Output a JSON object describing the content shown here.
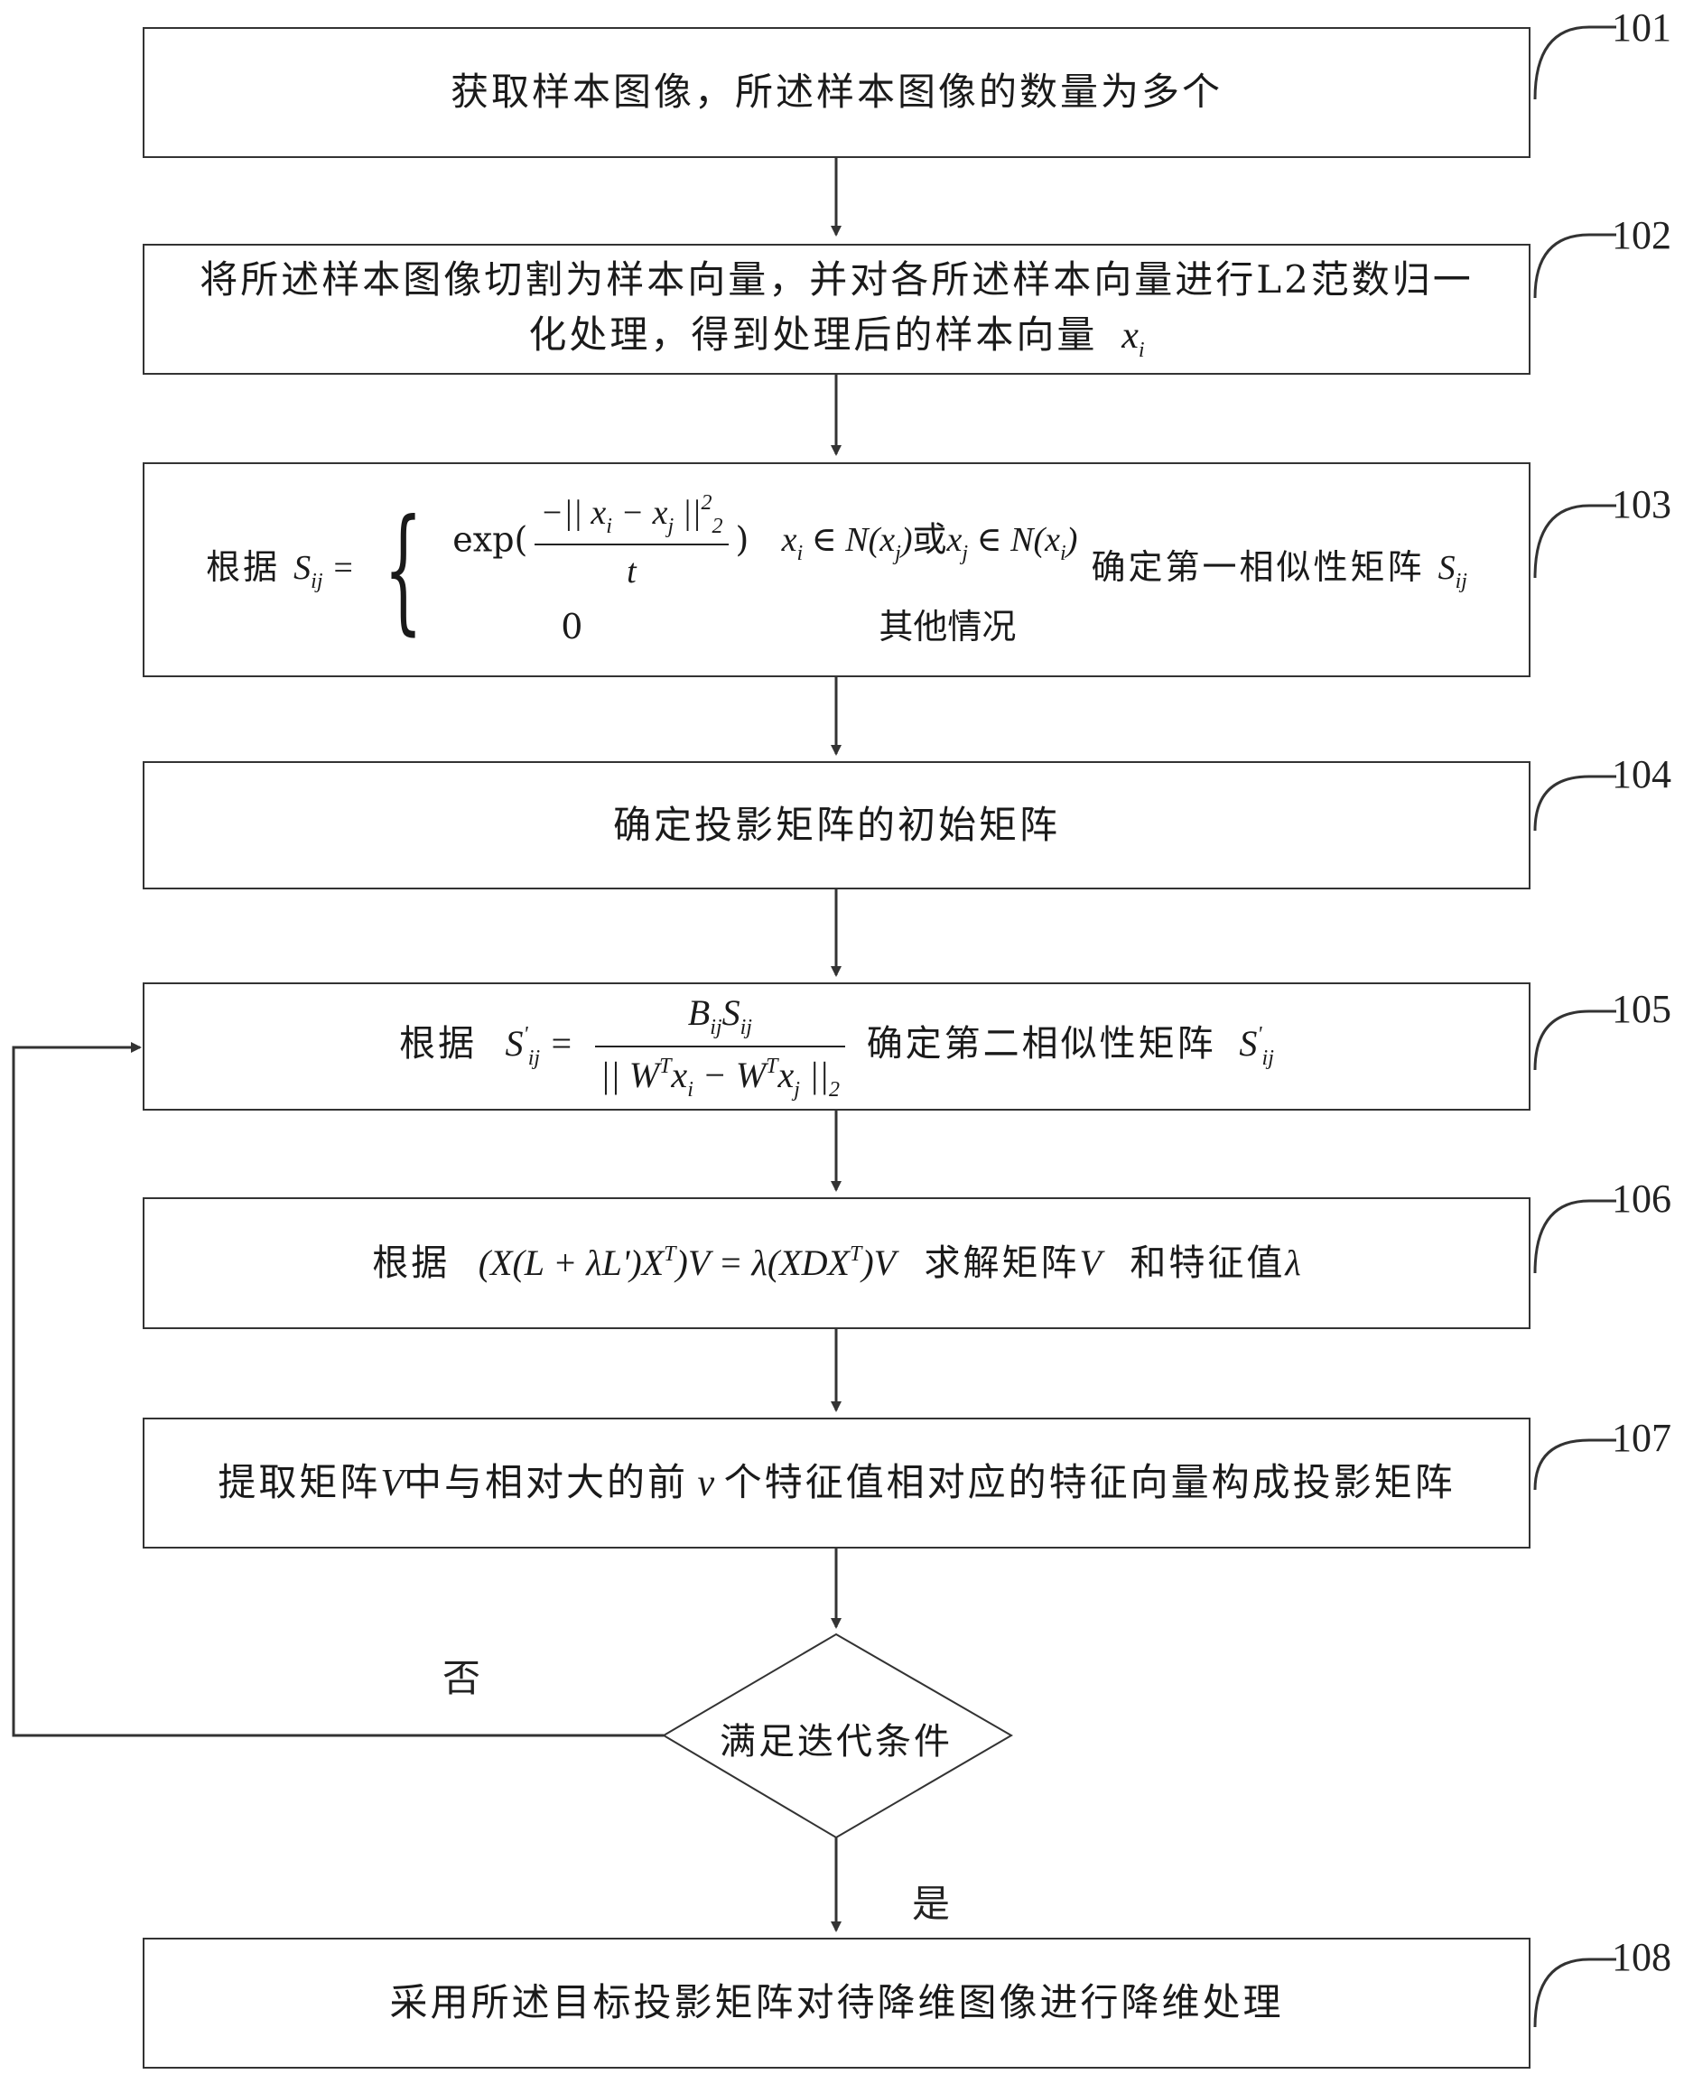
{
  "steps": [
    {
      "id": "101",
      "text": "获取样本图像，所述样本图像的数量为多个"
    },
    {
      "id": "102",
      "line1": "将所述样本图像切割为样本向量，并对各所述样本向量进行L2范数归一",
      "line2": "化处理，得到处理后的样本向量"
    },
    {
      "id": "103",
      "prefix": "根据",
      "suffix": "确定第一相似性矩阵",
      "exp_label": "exp(",
      "case1_cond_or": "或",
      "case2_value": "0",
      "case2_cond": "其他情况"
    },
    {
      "id": "104",
      "text": "确定投影矩阵的初始矩阵"
    },
    {
      "id": "105",
      "prefix": "根据",
      "suffix": "确定第二相似性矩阵"
    },
    {
      "id": "106",
      "prefix": "根据",
      "mid": "求解矩阵",
      "suffix": "和特征值"
    },
    {
      "id": "107",
      "part1": "提取矩阵",
      "part2": "中与相对大的前",
      "part3": "个特征值相对应的特征向量构成投影矩阵"
    },
    {
      "id": "108",
      "text": "采用所述目标投影矩阵对待降维图像进行降维处理"
    }
  ],
  "decision": {
    "text": "满足迭代条件",
    "no_label": "否",
    "yes_label": "是"
  },
  "colors": {
    "line": "#333333",
    "text": "#1a1a1a"
  }
}
